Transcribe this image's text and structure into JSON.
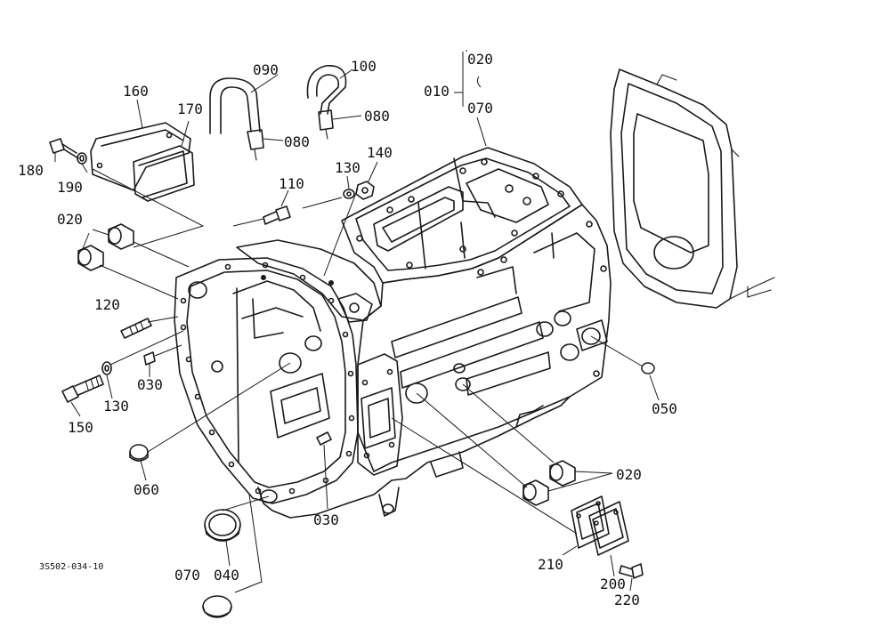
{
  "callouts": [
    {
      "key": "c010",
      "text": "010"
    },
    {
      "key": "c020a",
      "text": "020"
    },
    {
      "key": "c070a",
      "text": "070"
    },
    {
      "key": "c090",
      "text": "090"
    },
    {
      "key": "c100",
      "text": "100"
    },
    {
      "key": "c080a",
      "text": "080"
    },
    {
      "key": "c080b",
      "text": "080"
    },
    {
      "key": "c160",
      "text": "160"
    },
    {
      "key": "c170",
      "text": "170"
    },
    {
      "key": "c180",
      "text": "180"
    },
    {
      "key": "c190",
      "text": "190"
    },
    {
      "key": "c110",
      "text": "110"
    },
    {
      "key": "c130a",
      "text": "130"
    },
    {
      "key": "c140",
      "text": "140"
    },
    {
      "key": "c020b",
      "text": "020"
    },
    {
      "key": "c120",
      "text": "120"
    },
    {
      "key": "c030a",
      "text": "030"
    },
    {
      "key": "c130b",
      "text": "130"
    },
    {
      "key": "c150",
      "text": "150"
    },
    {
      "key": "c050",
      "text": "050"
    },
    {
      "key": "c020c",
      "text": "020"
    },
    {
      "key": "c060",
      "text": "060"
    },
    {
      "key": "c030b",
      "text": "030"
    },
    {
      "key": "c040",
      "text": "040"
    },
    {
      "key": "c070b",
      "text": "070"
    },
    {
      "key": "c210",
      "text": "210"
    },
    {
      "key": "c200",
      "text": "200"
    },
    {
      "key": "c220",
      "text": "220"
    }
  ],
  "drawing_ref": "3S502-034-10",
  "colors": {
    "ink": "#1a1a1a",
    "paper": "#ffffff"
  }
}
